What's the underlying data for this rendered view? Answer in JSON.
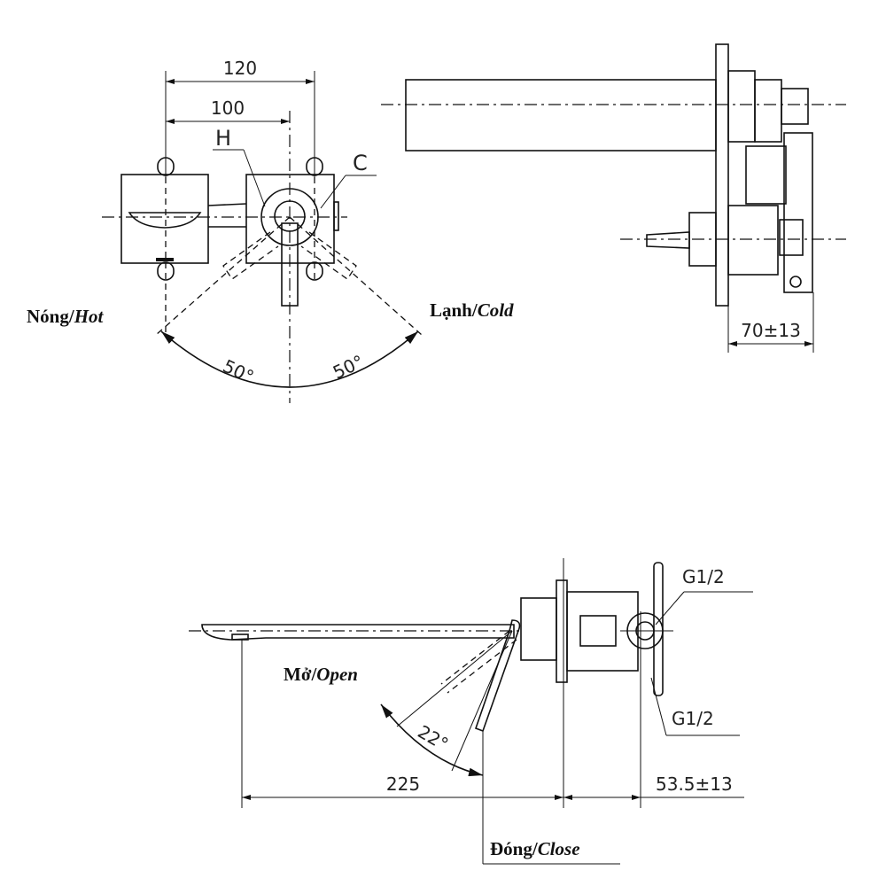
{
  "front_view": {
    "dim_total": "120",
    "dim_center": "100",
    "hot_marker": "H",
    "cold_marker": "C",
    "hot_label_vi": "Nóng/",
    "hot_label_en": "Hot",
    "cold_label_vi": "Lạnh/",
    "cold_label_en": "Cold",
    "angle_left": "50°",
    "angle_right": "50°"
  },
  "side_view_top": {
    "depth_dim": "70±13"
  },
  "side_view_bottom": {
    "thread_top": "G1/2",
    "thread_bottom": "G1/2",
    "spout_length": "225",
    "depth_dim": "53.5±13",
    "open_label_vi": "Mở/",
    "open_label_en": "Open",
    "close_label_vi": "Đóng/",
    "close_label_en": "Close",
    "lever_angle": "22°"
  }
}
